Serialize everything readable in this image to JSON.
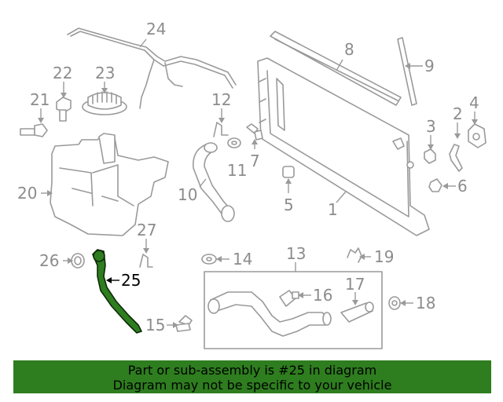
{
  "callouts": [
    {
      "id": "c24",
      "text": "24"
    },
    {
      "id": "c22",
      "text": "22"
    },
    {
      "id": "c23",
      "text": "23"
    },
    {
      "id": "c21",
      "text": "21"
    },
    {
      "id": "c20",
      "text": "20"
    },
    {
      "id": "c8",
      "text": "8"
    },
    {
      "id": "c9",
      "text": "9"
    },
    {
      "id": "c12",
      "text": "12"
    },
    {
      "id": "c4",
      "text": "4"
    },
    {
      "id": "c2",
      "text": "2"
    },
    {
      "id": "c3",
      "text": "3"
    },
    {
      "id": "c7",
      "text": "7"
    },
    {
      "id": "c11",
      "text": "11"
    },
    {
      "id": "c10",
      "text": "10"
    },
    {
      "id": "c6",
      "text": "6"
    },
    {
      "id": "c5",
      "text": "5"
    },
    {
      "id": "c1",
      "text": "1"
    },
    {
      "id": "c27",
      "text": "27"
    },
    {
      "id": "c26",
      "text": "26"
    },
    {
      "id": "c25",
      "text": "25"
    },
    {
      "id": "c14",
      "text": "14"
    },
    {
      "id": "c13",
      "text": "13"
    },
    {
      "id": "c19",
      "text": "19"
    },
    {
      "id": "c16",
      "text": "16"
    },
    {
      "id": "c17",
      "text": "17"
    },
    {
      "id": "c18",
      "text": "18"
    },
    {
      "id": "c15",
      "text": "15"
    }
  ],
  "highlight": {
    "part_number": "25",
    "color": "#2e7d1f"
  },
  "banner": {
    "line1": "Part or sub-assembly is #25 in diagram",
    "line2": "Diagram may not be specific to your vehicle",
    "color": "#2e7d1f"
  }
}
